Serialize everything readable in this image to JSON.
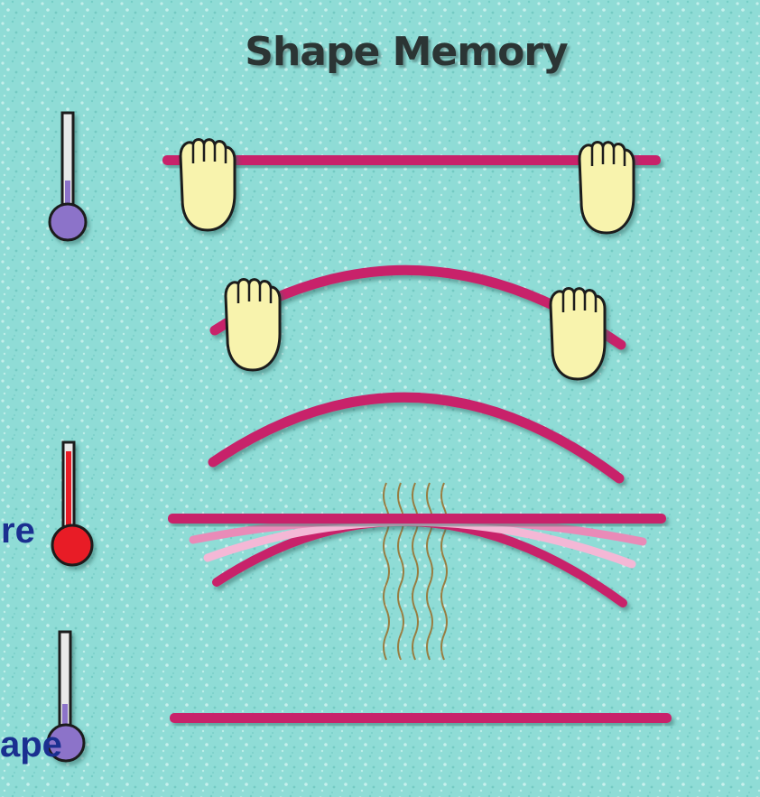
{
  "figure": {
    "title": "Shape Memory",
    "side_labels": {
      "upper": "re",
      "lower": "ape"
    },
    "colors": {
      "background": "#8fdcd6",
      "wire": "#c8216a",
      "wire_light": "#e98bb8",
      "hand_fill": "#f8f3ad",
      "cold_bulb": "#8c73c9",
      "hot_bulb": "#e81d26",
      "heat_waves": "#9a6d28",
      "label_text": "#1a2f90"
    },
    "stages": [
      {
        "stage": 1,
        "thermometer": "cold",
        "wire": "straight",
        "hands": "holding"
      },
      {
        "stage": 2,
        "thermometer": "none",
        "wire": "bent",
        "hands": "bending"
      },
      {
        "stage": 3,
        "thermometer": "none",
        "wire": "bent",
        "hands": "none"
      },
      {
        "stage": 4,
        "thermometer": "hot",
        "wire": "straightening",
        "hands": "none",
        "heat": true
      },
      {
        "stage": 5,
        "thermometer": "cold",
        "wire": "straight",
        "hands": "none"
      }
    ]
  }
}
